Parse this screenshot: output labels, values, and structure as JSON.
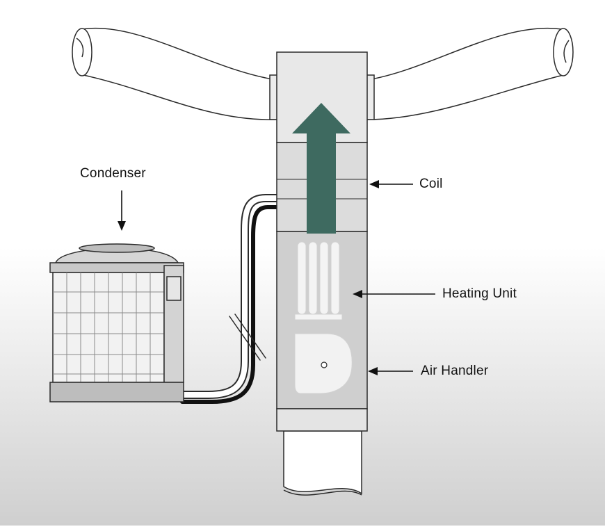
{
  "labels": {
    "condenser": "Condenser",
    "coil": "Coil",
    "heating_unit": "Heating Unit",
    "air_handler": "Air Handler"
  },
  "colors": {
    "airflow_arrow": "#3e6a60",
    "unit_fill": "#d8d8d8",
    "panel_fill": "#cfcfcf",
    "outline": "#2a2a2a"
  }
}
